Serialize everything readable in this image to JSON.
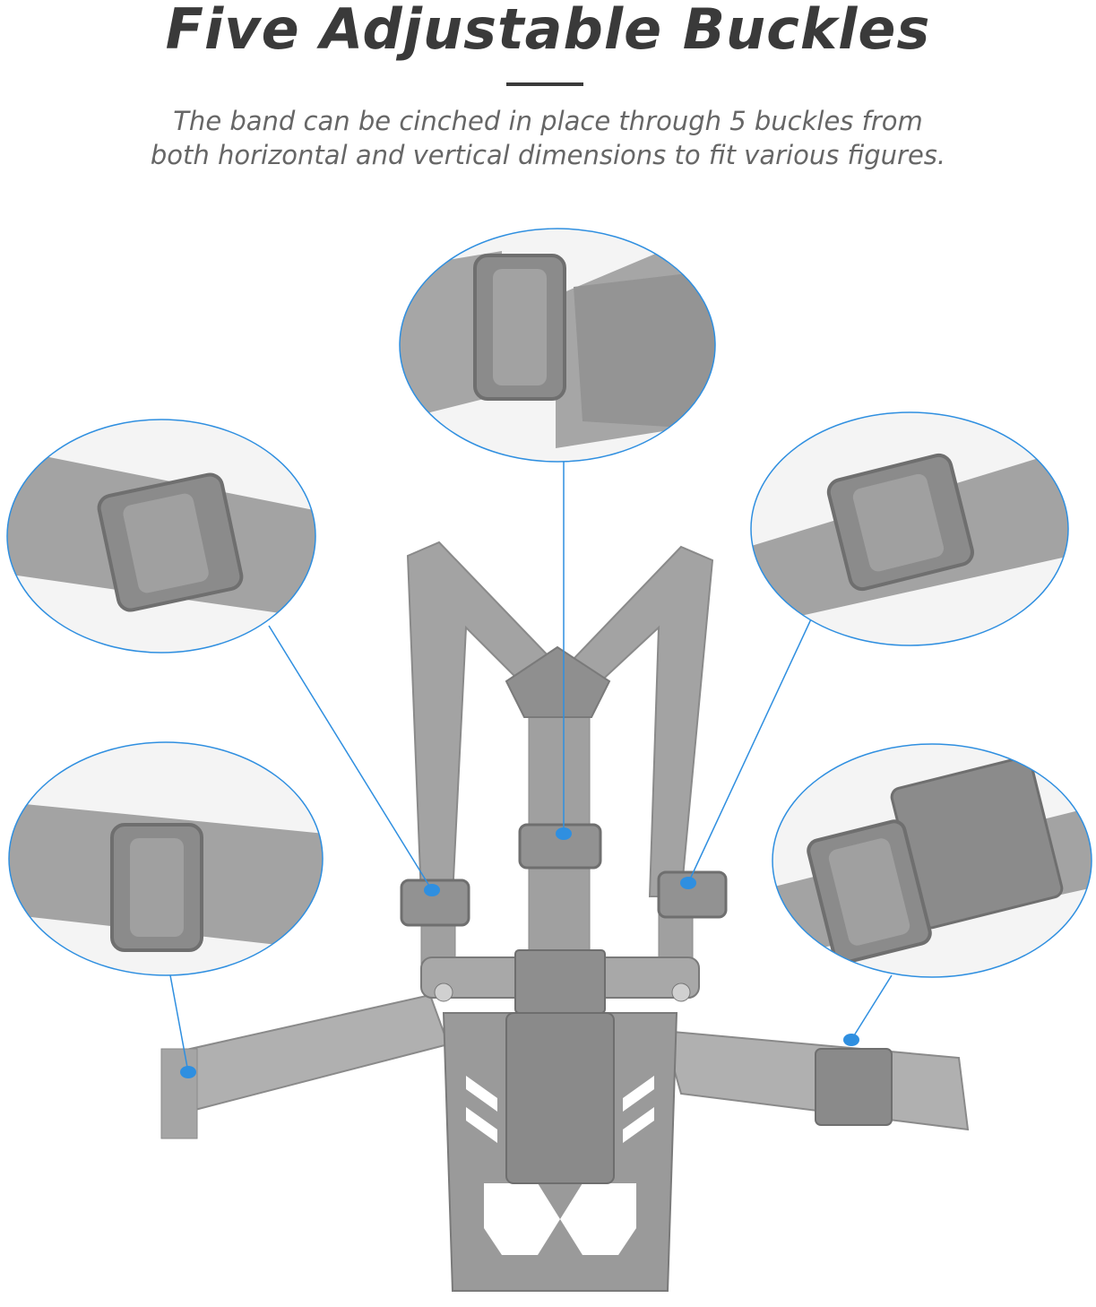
{
  "header": {
    "title": "Five Adjustable Buckles",
    "subtitle_line1": "The band can be cinched in place through 5 buckles from",
    "subtitle_line2": "both horizontal and vertical dimensions to fit various figures."
  },
  "colors": {
    "callout_blue": "#2f8fe0",
    "strap_gray": "#9a9a9a",
    "buckle_gray": "#8c8c8c",
    "text_dark": "#3a3a3a",
    "text_mid": "#666666"
  },
  "callouts": [
    {
      "label": "top-center-buckle"
    },
    {
      "label": "left-upper-buckle"
    },
    {
      "label": "right-upper-buckle"
    },
    {
      "label": "left-lower-buckle"
    },
    {
      "label": "right-lower-buckle"
    }
  ]
}
